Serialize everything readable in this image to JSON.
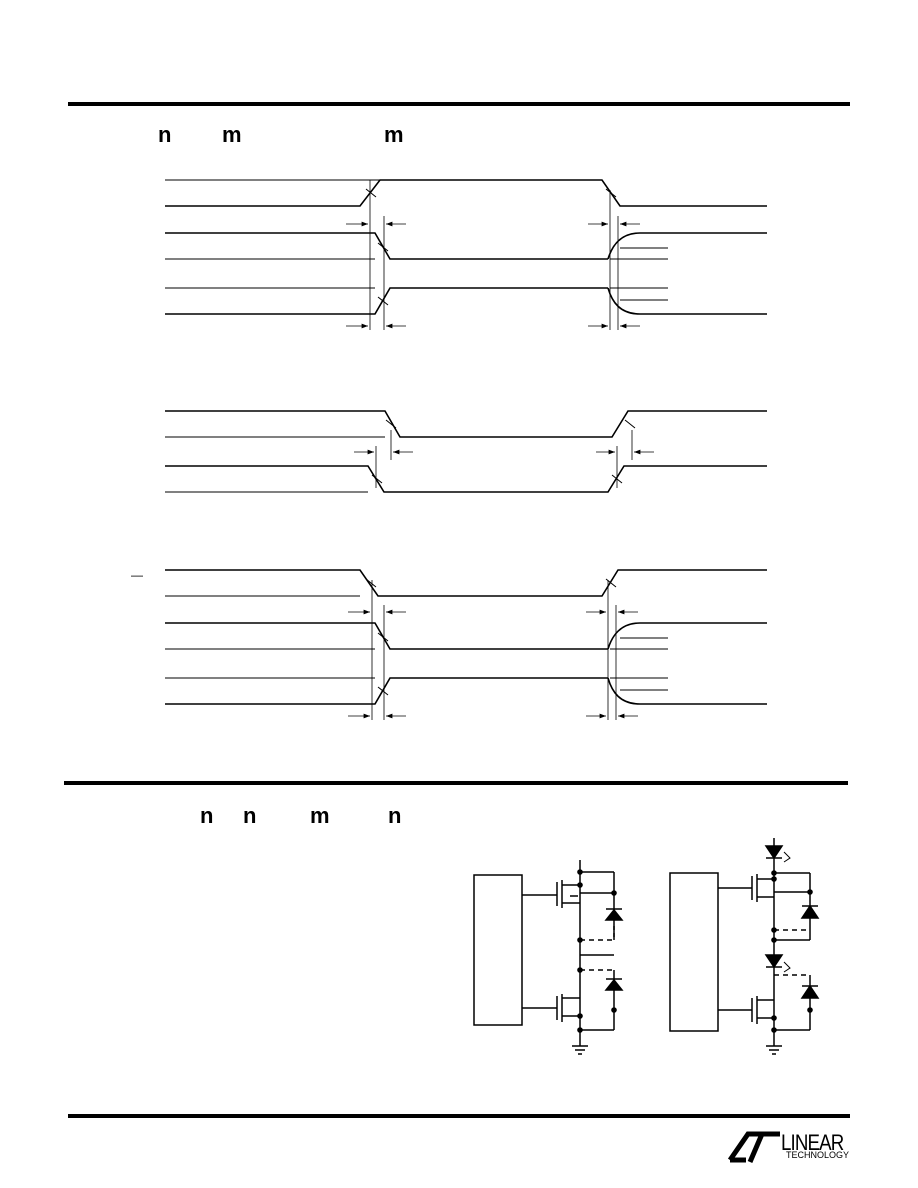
{
  "section1": {
    "glyphs": [
      "n",
      "m",
      "m"
    ]
  },
  "section2": {
    "glyphs": [
      "n",
      "n",
      "m",
      "n"
    ]
  },
  "overbar_mark": "—",
  "logo": {
    "word": "LINEAR",
    "sub": "TECHNOLOGY"
  },
  "colors": {
    "ink": "#000000",
    "paper": "#ffffff"
  }
}
